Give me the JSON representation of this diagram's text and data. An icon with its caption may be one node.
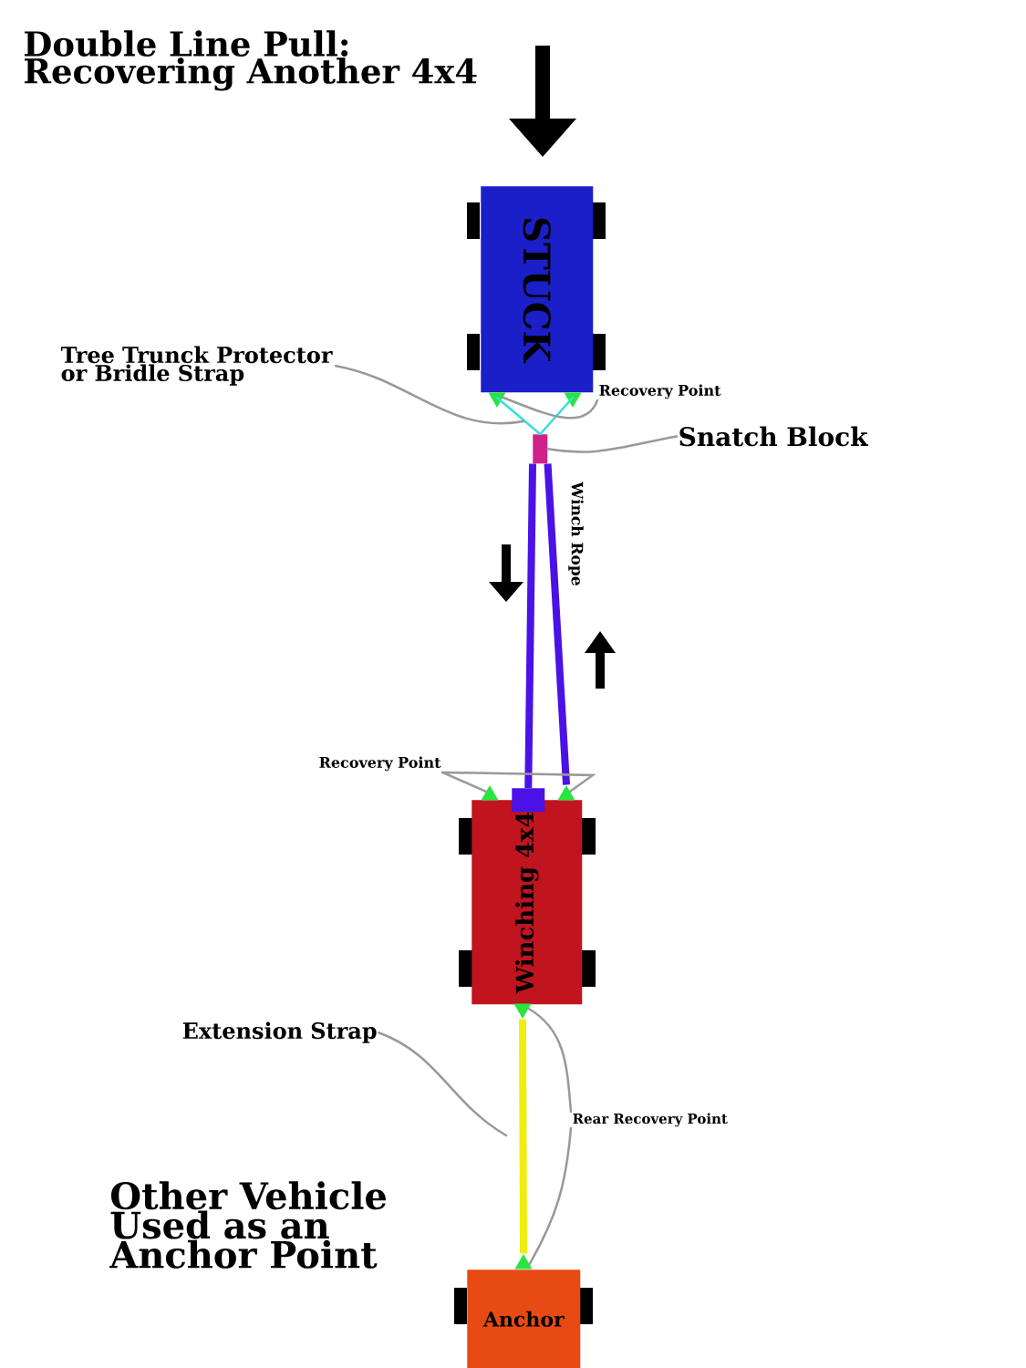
{
  "diagram": {
    "title": "Double Line Pull: Recovering Another 4x4",
    "nodes": [
      {
        "text": [
          "STUCK"
        ]
      },
      {
        "text": [],
        "shape": "triangle"
      },
      {
        "text": [],
        "shape": "triangle"
      },
      {
        "text": [],
        "shape": "box"
      },
      {
        "text": [],
        "shape": "box"
      },
      {
        "text": [
          "Winching 4x4"
        ]
      },
      {
        "text": [],
        "shape": "triangle"
      },
      {
        "text": [],
        "shape": "triangle"
      },
      {
        "text": [],
        "shape": "triangle"
      },
      {
        "text": [
          "Anchor"
        ]
      },
      {
        "text": [],
        "shape": "triangle"
      },
      {
        "text": [
          "Tree Trunck Protector or Bridle Strap"
        ]
      },
      {
        "text": [
          "Recovery Point"
        ]
      },
      {
        "text": [
          "Snatch Block"
        ]
      },
      {
        "text": [
          "Recovery Point"
        ]
      },
      {
        "text": [
          "Extension Strap"
        ]
      },
      {
        "text": [
          "Rear Recovery Point"
        ]
      }
    ],
    "edges": [
      {
        "from": 1,
        "to": 3,
        "arrow": "none",
        "color": "#33e0e0"
      },
      {
        "from": 2,
        "to": 3,
        "arrow": "none",
        "color": "#33e0e0"
      },
      {
        "from": 4,
        "to": 3,
        "arrow": "none",
        "style": "thick",
        "color": "#4a12e6"
      },
      {
        "from": 3,
        "to": 7,
        "arrow": "none",
        "style": "thick",
        "color": "#4a12e6"
      },
      {
        "from": 8,
        "to": 10,
        "arrow": "none",
        "style": "thick",
        "color": "#eeee10"
      },
      {
        "from": 11,
        "to": null,
        "arrow": "none"
      },
      {
        "from": 12,
        "to": 1,
        "arrow": "none"
      },
      {
        "from": 13,
        "to": 3,
        "arrow": "none"
      },
      {
        "from": 14,
        "to": 6,
        "arrow": "none"
      },
      {
        "from": 14,
        "to": 7,
        "arrow": "none"
      },
      {
        "from": 15,
        "to": null,
        "arrow": "none"
      },
      {
        "from": 16,
        "to": 8,
        "arrow": "none"
      },
      {
        "from": 16,
        "to": 10,
        "arrow": "none"
      }
    ],
    "labels": [
      "Winch Rope",
      "Other Vehicle Used as an Anchor Point"
    ]
  }
}
